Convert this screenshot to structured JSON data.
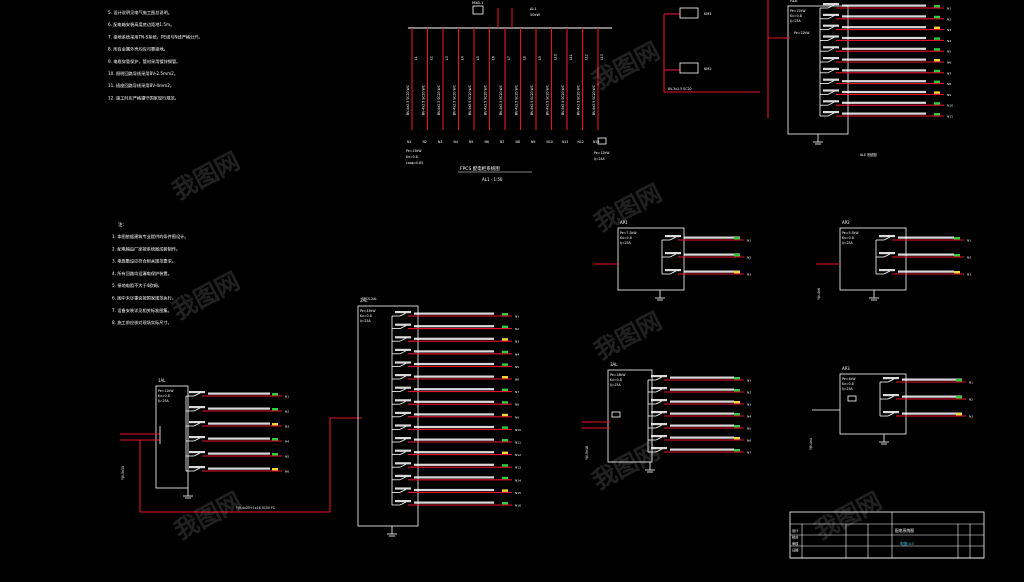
{
  "notes_top": [
    "5. 设计说明见电气施工图总说明。",
    "6. 配电箱安装高度底边距地1.5m。",
    "7. 接地系统采用TN-S系统，PE线与N线严格分开。",
    "8. 所有金属外壳均应可靠接地。",
    "9. 电缆穿管保护，管材采用镀锌钢管。",
    "10. 照明回路导线采用BV-2.5mm2。",
    "11. 插座回路导线采用BV-4mm2。",
    "12. 施工时应严格遵守国家现行规范。"
  ],
  "notes_mid": [
    "1. 本图依据建筑专业提供的条件图设计。",
    "2. 配电箱由厂家按系统图成套制作。",
    "3. 电缆敷设应符合相关规范要求。",
    "4. 所有回路均设漏电保护装置。",
    "5. 接地电阻不大于4欧姆。",
    "6. 图中未尽事宜按国家规范执行。",
    "7. 设备安装详见相关标准图集。",
    "8. 施工前应核对现场实际尺寸。"
  ],
  "pole_diagram": {
    "title": "FPCS 配电柜系统图",
    "scale": "AL1 - 1:50"
  },
  "panels": [
    {
      "name": "1AL",
      "circuits": 6
    },
    {
      "name": "2AL",
      "circuits": 16
    },
    {
      "name": "3AL",
      "circuits": 7
    },
    {
      "name": "AP1",
      "circuits": 3
    },
    {
      "name": "AP2",
      "circuits": 3
    },
    {
      "name": "AP3",
      "circuits": 3
    },
    {
      "name": "ALE",
      "circuits": 11
    }
  ],
  "feeder_label": "YJV-4x25+1x16 SC50 FC",
  "title_block": {
    "project": "配电系统图",
    "drawing": "电施-03",
    "labels": [
      "设计",
      "校对",
      "审核",
      "日期"
    ]
  },
  "watermark": "我图网",
  "colors": {
    "wire": "#e8112a",
    "line": "#ffffff",
    "label_green": "#2ccf3a",
    "label_yellow": "#f2d53d",
    "label_cyan": "#40c8f0"
  }
}
